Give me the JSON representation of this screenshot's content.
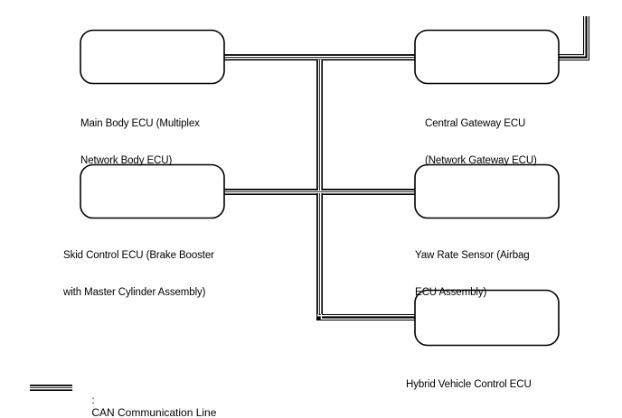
{
  "diagram": {
    "type": "can-bus-network-topology",
    "nodes": [
      {
        "id": "main-body-ecu",
        "label_line1": "Main Body ECU (Multiplex",
        "label_line2": "Network Body ECU)"
      },
      {
        "id": "central-gateway-ecu",
        "label_line1": "Central Gateway ECU",
        "label_line2": "(Network Gateway ECU)"
      },
      {
        "id": "skid-control-ecu",
        "label_line1": "Skid Control ECU (Brake Booster",
        "label_line2": "with Master Cylinder Assembly)"
      },
      {
        "id": "yaw-rate-sensor",
        "label_line1": "Yaw Rate Sensor (Airbag",
        "label_line2": "ECU Assembly)"
      },
      {
        "id": "hybrid-vehicle-control-ecu",
        "label_line1": "Hybrid Vehicle Control ECU",
        "label_line2": ""
      }
    ],
    "legend": {
      "separator": ":",
      "text": "CAN Communication Line"
    },
    "colors": {
      "line": "#000000",
      "box_stroke": "#000000",
      "box_fill": "#ffffff",
      "background": "#ffffff",
      "text": "#000000"
    }
  }
}
